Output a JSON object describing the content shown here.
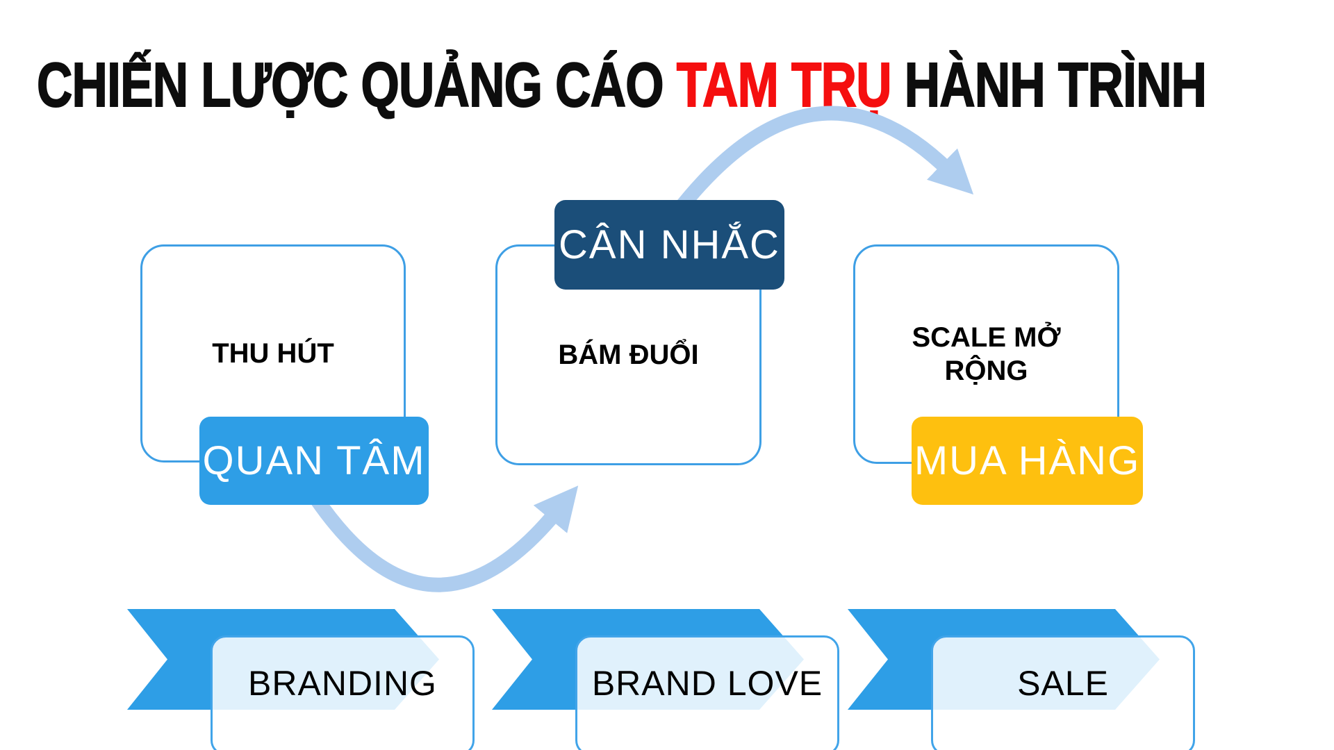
{
  "title": {
    "prefix": "CHIẾN LƯỢC QUẢNG CÁO ",
    "highlight": "TAM TRỤ",
    "suffix": " HÀNH TRÌNH"
  },
  "journey": {
    "stages": [
      {
        "stage_label": "THU HÚT",
        "tag_label": "QUAN TÂM",
        "tag_color": "#2e9ee6"
      },
      {
        "stage_label": "BÁM ĐUỔI",
        "tag_label": "CÂN NHẮC",
        "tag_color": "#1b4e79"
      },
      {
        "stage_label": "SCALE MỞ RỘNG",
        "tag_label": "MUA HÀNG",
        "tag_color": "#fec00f"
      }
    ]
  },
  "banners": [
    {
      "label": "BRANDING"
    },
    {
      "label": "BRAND LOVE"
    },
    {
      "label": "SALE"
    }
  ],
  "colors": {
    "title_text": "#0d0d0d",
    "title_highlight": "#f50f0f",
    "bright_blue": "#2e9ee6",
    "dark_navy": "#1b4e79",
    "yellow": "#fec00f",
    "arrow_blue": "#aecdef",
    "frame_border": "#3e9fe5",
    "banner_card_border": "#41a4e9"
  }
}
